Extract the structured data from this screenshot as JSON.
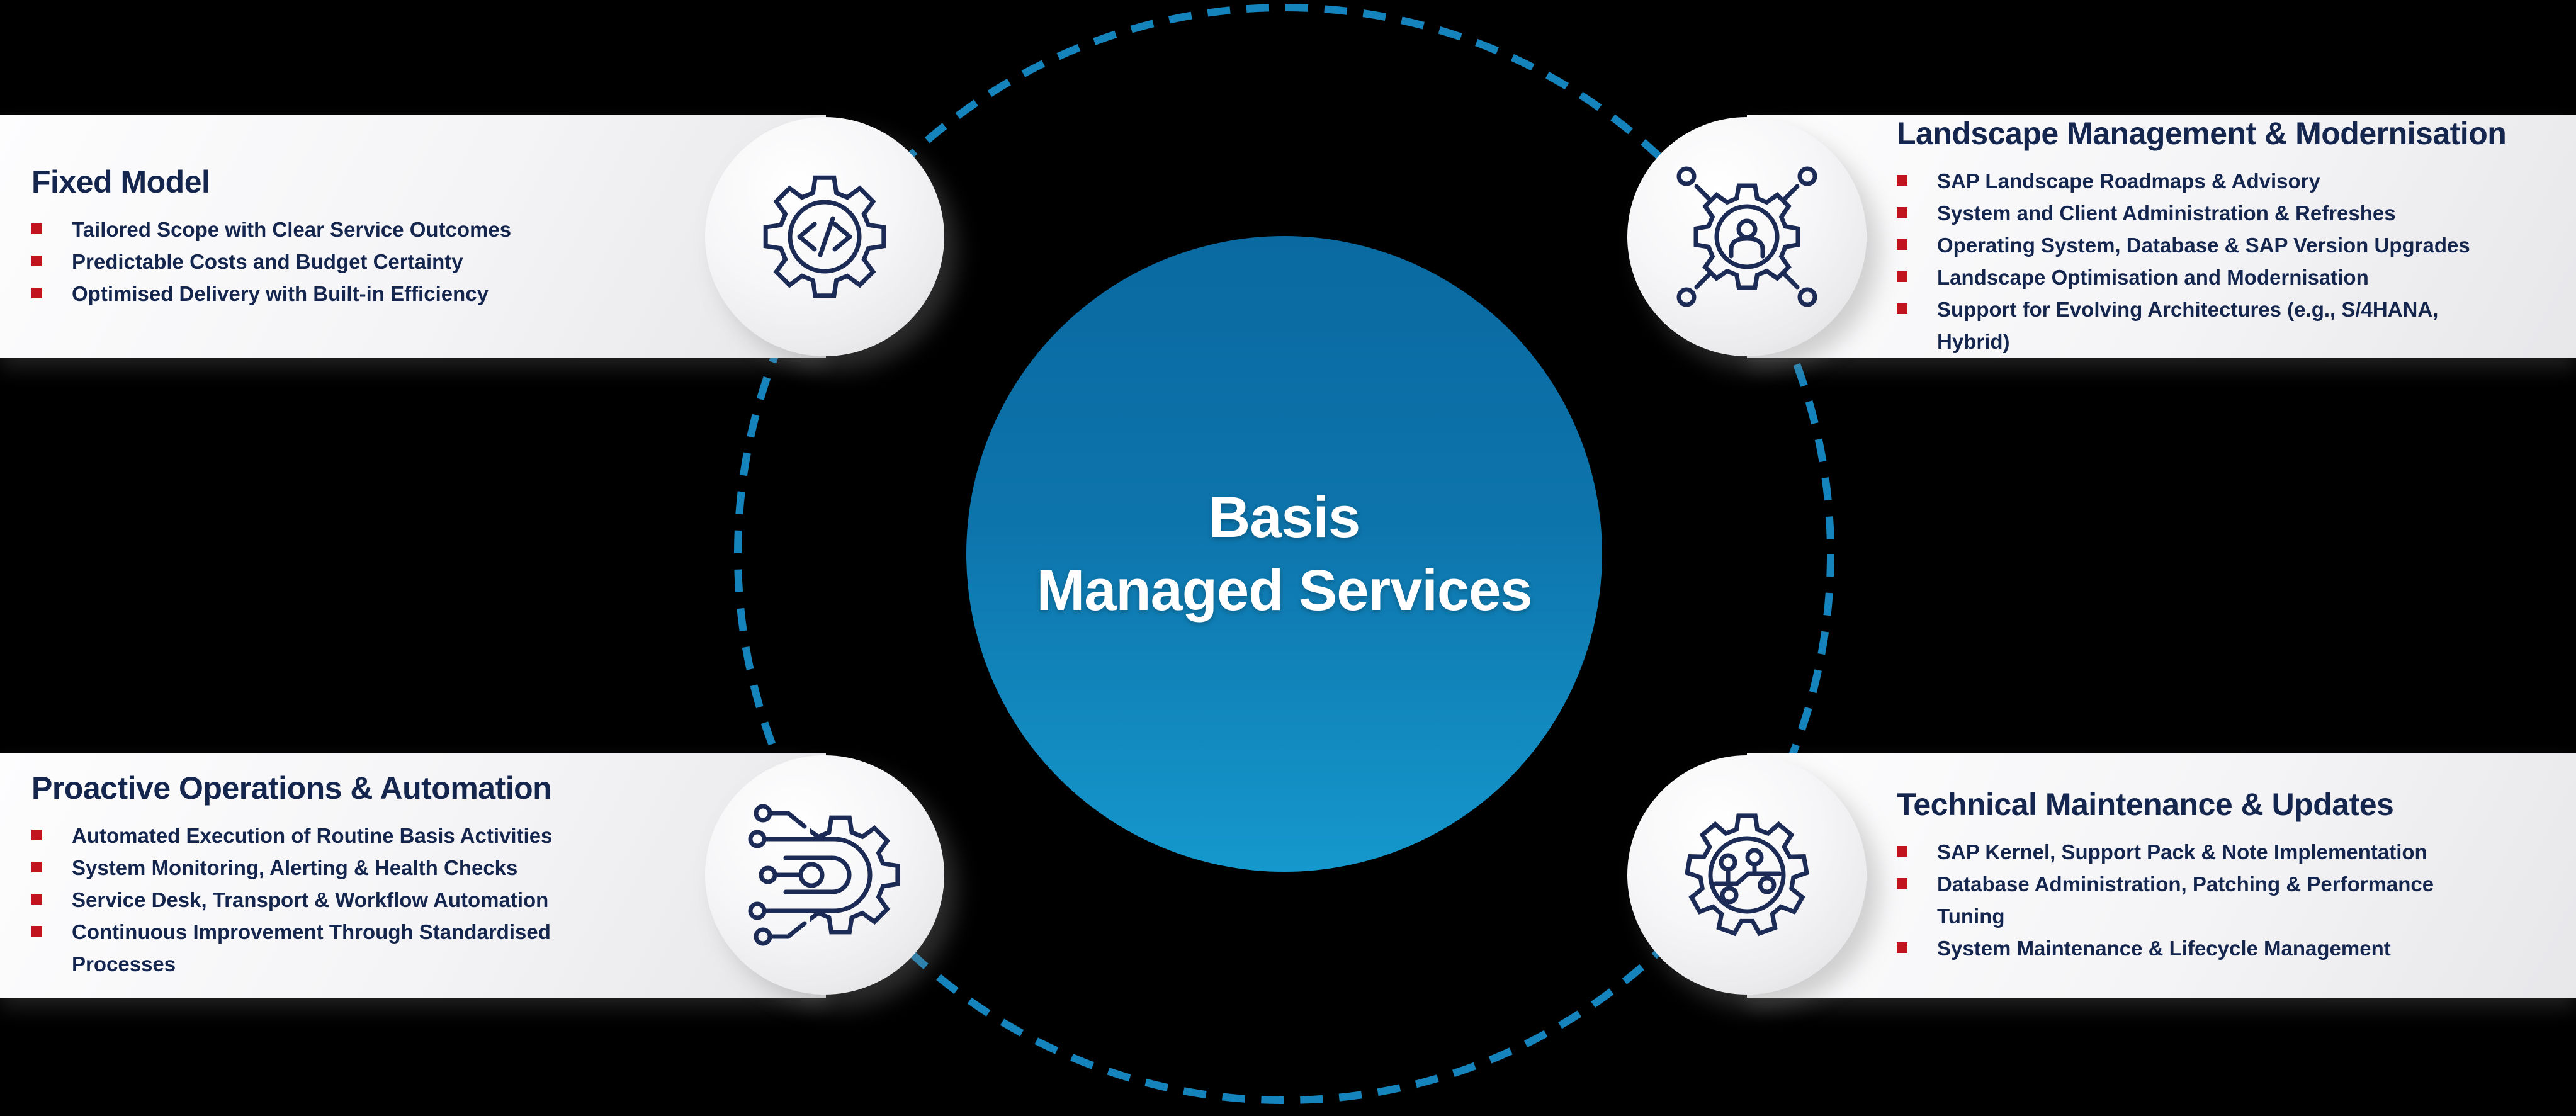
{
  "diagram_title": "Basis Managed Services",
  "center": {
    "line1": "Basis",
    "line2": "Managed Services"
  },
  "boxes": [
    {
      "id": "fixed-model",
      "title": "Fixed Model",
      "icon": "code-gear-icon",
      "bullets": [
        "Tailored Scope with Clear Service Outcomes",
        "Predictable Costs and Budget Certainty",
        "Optimised Delivery with Built-in Efficiency"
      ]
    },
    {
      "id": "landscape-management",
      "title": "Landscape Management & Modernisation",
      "icon": "network-nodes-gear-icon",
      "bullets": [
        "SAP Landscape Roadmaps & Advisory",
        "System and Client Administration & Refreshes",
        "Operating System, Database & SAP Version Upgrades",
        "Landscape Optimisation and Modernisation",
        "Support for Evolving Architectures (e.g., S/4HANA,\nHybrid)"
      ]
    },
    {
      "id": "proactive-operations",
      "title": "Proactive Operations & Automation",
      "icon": "automation-circuit-gear-icon",
      "bullets": [
        "Automated Execution of Routine Basis Activities",
        "System Monitoring, Alerting & Health Checks",
        "Service Desk, Transport & Workflow Automation",
        "Continuous Improvement Through Standardised\nProcesses"
      ]
    },
    {
      "id": "technical-maintenance",
      "title": "Technical Maintenance & Updates",
      "icon": "circuit-board-gear-icon",
      "bullets": [
        "SAP Kernel, Support Pack & Note Implementation",
        "Database Administration, Patching & Performance\nTuning",
        "System Maintenance & Lifecycle Management"
      ]
    }
  ],
  "colors": {
    "background": "#000000",
    "heading_text": "#14254e",
    "bullet_text": "#14254e",
    "bullet_square": "#c2141f",
    "dash_ring": "#1584bc",
    "circle_gradient_top": "#0a69a1",
    "circle_gradient_bottom": "#1598cd",
    "center_text": "#ffffff",
    "icon_stroke": "#1c2b56",
    "panel_background": "#f4f4f6"
  }
}
